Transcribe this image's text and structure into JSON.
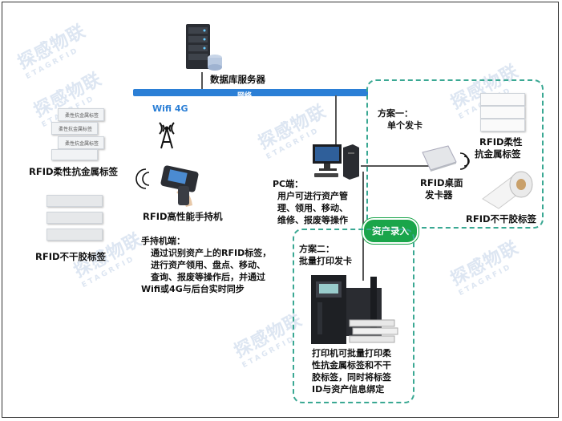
{
  "database_server": {
    "label": "数据库服务器"
  },
  "network": {
    "label": "网络"
  },
  "wifi": {
    "label": "Wifi  4G"
  },
  "left_panel": {
    "metal_tag_label": "RFID柔性抗金属标签",
    "metal_tag_text": "柔性抗金属标签",
    "dry_inlay_label": "RFID不干胶标签",
    "handheld_label": "RFID高性能手持机",
    "handheld_desc": [
      "手持机端：",
      "通过识别资产上的RFID标签，",
      "进行资产领用、盘点、移动、",
      "查询、报废等操作后，并通过",
      "Wifi或4G与后台实时同步"
    ]
  },
  "pc": {
    "desc": [
      "PC端：",
      "用户可进行资产管",
      "理、领用、移动、",
      "维修、报废等操作"
    ]
  },
  "scheme1": {
    "title": [
      "方案一：",
      "单个发卡"
    ],
    "desktop_reader_label": [
      "RFID桌面",
      "发卡器"
    ],
    "metal_tag_label": [
      "RFID柔性",
      "抗金属标签"
    ],
    "dry_tag_label": "RFID不干胶标签"
  },
  "asset_entry_badge": "资产录入",
  "scheme2": {
    "title": [
      "方案二：",
      "批量打印发卡"
    ],
    "printer_desc": [
      "打印机可批量打印柔",
      "性抗金属标签和不干",
      "胶标签，同时将标签",
      "ID与资产信息绑定"
    ]
  },
  "colors": {
    "network": "#2b7fd6",
    "dashed_border": "#3aa893",
    "badge": "#1aa54a"
  }
}
